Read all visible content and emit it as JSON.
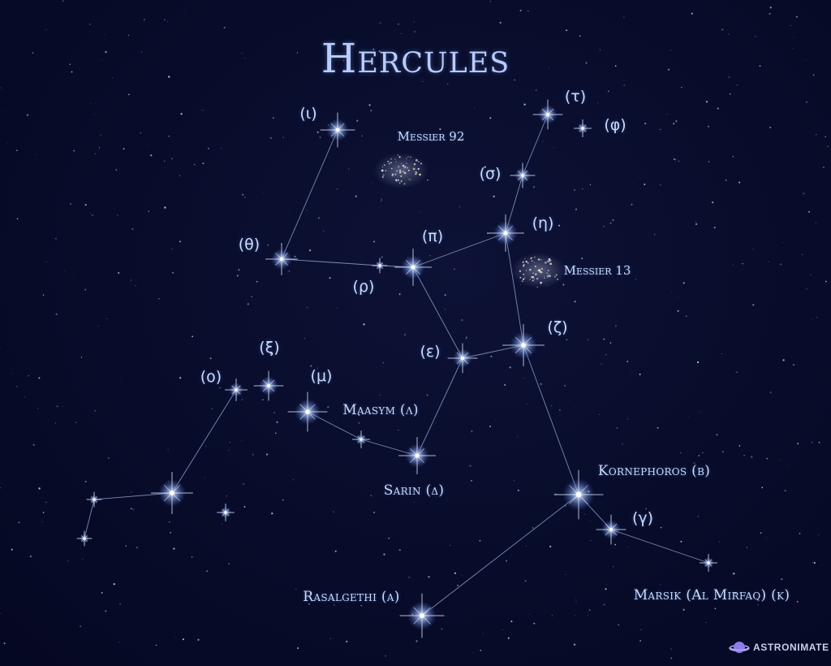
{
  "title": "Hercules",
  "brand": {
    "name": "ASTRONIMATE",
    "icon": "planet-icon",
    "icon_color": "#8f7bea"
  },
  "colors": {
    "background": "#080c2a",
    "label": "#c8dcff",
    "line": "#9fb4e0"
  },
  "stars": [
    {
      "id": "iota",
      "label": "(ι)",
      "kind": "greek"
    },
    {
      "id": "theta",
      "label": "(θ)",
      "kind": "greek"
    },
    {
      "id": "rho",
      "label": "(ρ)",
      "kind": "greek"
    },
    {
      "id": "pi",
      "label": "(π)",
      "kind": "greek"
    },
    {
      "id": "eta",
      "label": "(η)",
      "kind": "greek"
    },
    {
      "id": "sigma",
      "label": "(σ)",
      "kind": "greek"
    },
    {
      "id": "tau",
      "label": "(τ)",
      "kind": "greek"
    },
    {
      "id": "phi",
      "label": "(φ)",
      "kind": "greek"
    },
    {
      "id": "zeta",
      "label": "(ζ)",
      "kind": "greek"
    },
    {
      "id": "epsilon",
      "label": "(ε)",
      "kind": "greek"
    },
    {
      "id": "xi",
      "label": "(ξ)",
      "kind": "greek"
    },
    {
      "id": "omicron",
      "label": "(ο)",
      "kind": "greek"
    },
    {
      "id": "mu",
      "label": "(μ)",
      "kind": "greek"
    },
    {
      "id": "lambda",
      "label": "Maasym (λ)",
      "kind": "named"
    },
    {
      "id": "delta",
      "label": "Sarin (δ)",
      "kind": "named"
    },
    {
      "id": "beta",
      "label": "Kornephoros (β)",
      "kind": "named"
    },
    {
      "id": "gamma",
      "label": "(γ)",
      "kind": "greek"
    },
    {
      "id": "kappa",
      "label": "Marsik (Al Mirfaq) (κ)",
      "kind": "named"
    },
    {
      "id": "alpha",
      "label": "Rasalgethi (α)",
      "kind": "named"
    },
    {
      "id": "s1",
      "label": "",
      "kind": "none"
    },
    {
      "id": "s2",
      "label": "",
      "kind": "none"
    },
    {
      "id": "s3",
      "label": "",
      "kind": "none"
    },
    {
      "id": "s4",
      "label": "",
      "kind": "none"
    }
  ],
  "clusters": [
    {
      "id": "m92",
      "label": "Messier 92"
    },
    {
      "id": "m13",
      "label": "Messier 13"
    }
  ],
  "links": [
    [
      "iota",
      "theta"
    ],
    [
      "theta",
      "rho"
    ],
    [
      "rho",
      "pi"
    ],
    [
      "pi",
      "eta"
    ],
    [
      "eta",
      "sigma"
    ],
    [
      "sigma",
      "tau"
    ],
    [
      "eta",
      "zeta"
    ],
    [
      "pi",
      "epsilon"
    ],
    [
      "epsilon",
      "zeta"
    ],
    [
      "epsilon",
      "delta"
    ],
    [
      "delta",
      "lambda"
    ],
    [
      "lambda",
      "mu"
    ],
    [
      "zeta",
      "beta"
    ],
    [
      "beta",
      "alpha"
    ],
    [
      "beta",
      "gamma"
    ],
    [
      "gamma",
      "kappa"
    ],
    [
      "omicron",
      "s1"
    ],
    [
      "s1",
      "s2"
    ],
    [
      "s2",
      "s3"
    ]
  ]
}
